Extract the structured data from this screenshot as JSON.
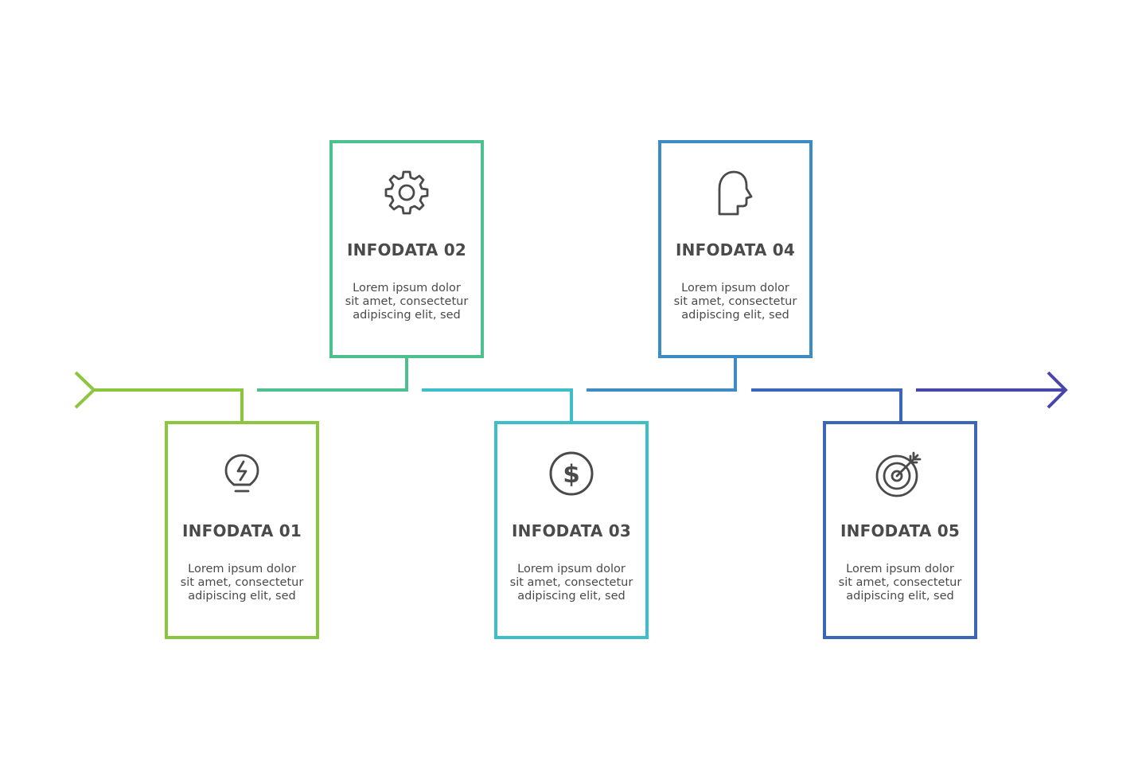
{
  "steps": [
    {
      "title": "INFODATA 01",
      "desc_lines": [
        "Lorem ipsum dolor",
        "sit amet, consectetur",
        "adipiscing elit, sed"
      ],
      "icon": "lightbulb-icon",
      "color": "#8cc63f"
    },
    {
      "title": "INFODATA 02",
      "desc_lines": [
        "Lorem ipsum dolor",
        "sit amet, consectetur",
        "adipiscing elit, sed"
      ],
      "icon": "gear-icon",
      "color": "#4cc08f"
    },
    {
      "title": "INFODATA 03",
      "desc_lines": [
        "Lorem ipsum dolor",
        "sit amet, consectetur",
        "adipiscing elit, sed"
      ],
      "icon": "dollar-icon",
      "color": "#3dbfc9"
    },
    {
      "title": "INFODATA 04",
      "desc_lines": [
        "Lorem ipsum dolor",
        "sit amet, consectetur",
        "adipiscing elit, sed"
      ],
      "icon": "head-icon",
      "color": "#3e8cc6"
    },
    {
      "title": "INFODATA 05",
      "desc_lines": [
        "Lorem ipsum dolor",
        "sit amet, consectetur",
        "adipiscing elit, sed"
      ],
      "icon": "target-icon",
      "color": "#3b66b8"
    }
  ],
  "colors": {
    "arrow_start": "#8cc63f",
    "arrow_end": "#4a45a8",
    "icon_stroke": "#4a4a4a",
    "text": "#4a4a4a"
  }
}
